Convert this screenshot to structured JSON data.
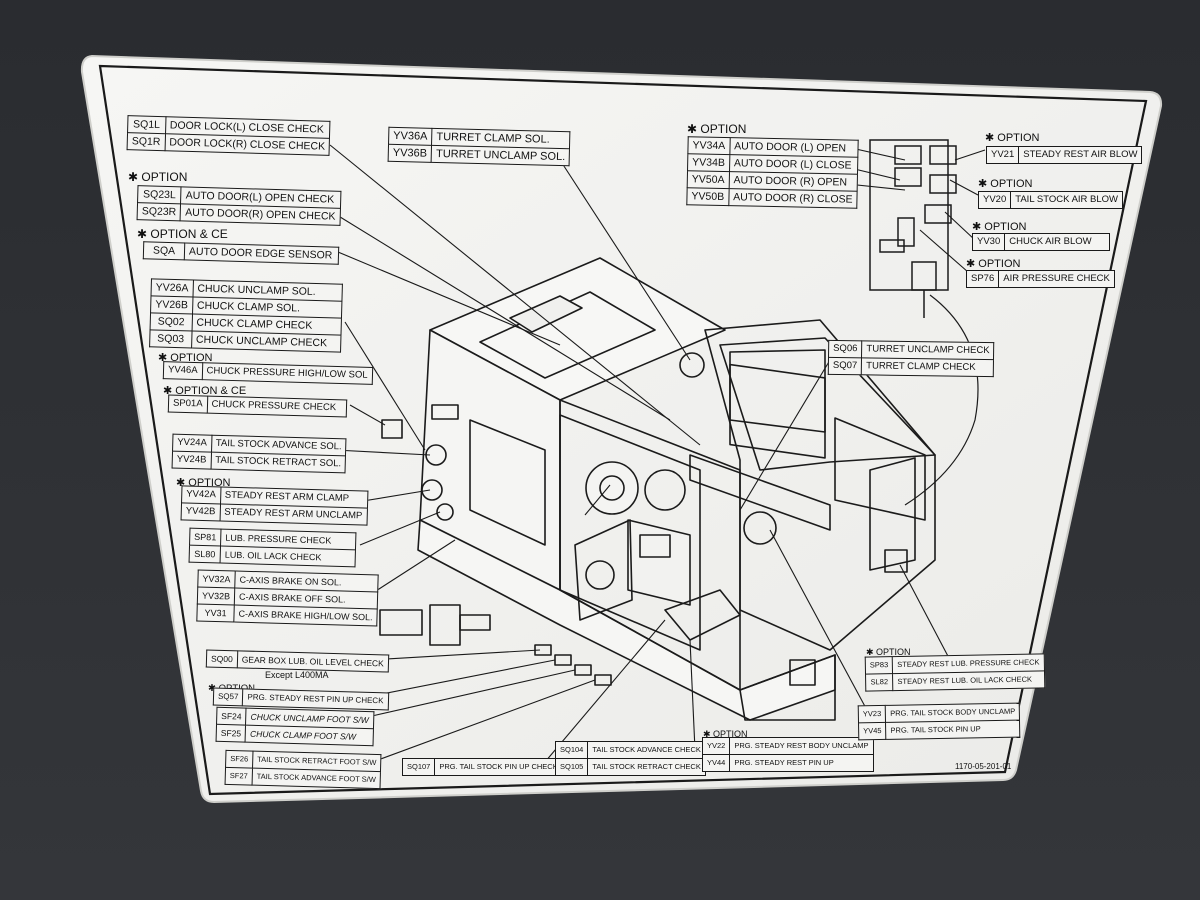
{
  "colors": {
    "background": "#2e3034",
    "plate": "#f3f3f1",
    "ink": "#141414"
  },
  "groups": [
    {
      "id": "g1",
      "rows": [
        [
          "SQ1L",
          "DOOR LOCK(L) CLOSE CHECK"
        ],
        [
          "SQ1R",
          "DOOR LOCK(R) CLOSE CHECK"
        ]
      ]
    },
    {
      "id": "g2",
      "option": "✱ OPTION",
      "rows": [
        [
          "SQ23L",
          "AUTO DOOR(L) OPEN CHECK"
        ],
        [
          "SQ23R",
          "AUTO DOOR(R) OPEN CHECK"
        ]
      ]
    },
    {
      "id": "g3",
      "option": "✱ OPTION & CE",
      "rows": [
        [
          "SQA",
          "AUTO DOOR EDGE SENSOR"
        ]
      ]
    },
    {
      "id": "g4",
      "rows": [
        [
          "YV26A",
          "CHUCK UNCLAMP SOL."
        ],
        [
          "YV26B",
          "CHUCK CLAMP SOL."
        ],
        [
          "SQ02",
          "CHUCK CLAMP CHECK"
        ],
        [
          "SQ03",
          "CHUCK UNCLAMP CHECK"
        ]
      ]
    },
    {
      "id": "g5",
      "option": "✱ OPTION",
      "rows": [
        [
          "YV46A",
          "CHUCK PRESSURE HIGH/LOW SOL"
        ]
      ]
    },
    {
      "id": "g6",
      "option": "✱ OPTION & CE",
      "rows": [
        [
          "SP01A",
          "CHUCK PRESSURE CHECK"
        ]
      ]
    },
    {
      "id": "g7",
      "rows": [
        [
          "YV24A",
          "TAIL STOCK ADVANCE SOL."
        ],
        [
          "YV24B",
          "TAIL STOCK RETRACT SOL."
        ]
      ]
    },
    {
      "id": "g8",
      "option": "✱ OPTION",
      "rows": [
        [
          "YV42A",
          "STEADY REST ARM CLAMP"
        ],
        [
          "YV42B",
          "STEADY REST ARM UNCLAMP"
        ]
      ]
    },
    {
      "id": "g9",
      "rows": [
        [
          "SP81",
          "LUB. PRESSURE CHECK"
        ],
        [
          "SL80",
          "LUB. OIL LACK CHECK"
        ]
      ]
    },
    {
      "id": "g10",
      "rows": [
        [
          "YV32A",
          "C-AXIS BRAKE ON SOL."
        ],
        [
          "YV32B",
          "C-AXIS BRAKE OFF SOL."
        ],
        [
          "YV31",
          "C-AXIS BRAKE HIGH/LOW SOL."
        ]
      ]
    },
    {
      "id": "g11",
      "note": "Except L400MA",
      "rows": [
        [
          "SQ00",
          "GEAR BOX  LUB. OIL LEVEL CHECK"
        ]
      ]
    },
    {
      "id": "g12",
      "option": "✱ OPTION",
      "rows": [
        [
          "SQ57",
          "PRG. STEADY REST PIN UP CHECK"
        ]
      ]
    },
    {
      "id": "g13",
      "rows": [
        [
          "SF24",
          "CHUCK UNCLAMP FOOT S/W"
        ],
        [
          "SF25",
          "CHUCK CLAMP FOOT S/W"
        ]
      ]
    },
    {
      "id": "g14",
      "rows": [
        [
          "SF26",
          "TAIL STOCK RETRACT FOOT S/W"
        ],
        [
          "SF27",
          "TAIL STOCK ADVANCE FOOT S/W"
        ]
      ]
    },
    {
      "id": "g15",
      "rows": [
        [
          "SQ107",
          "PRG. TAIL STOCK PIN UP CHECK"
        ]
      ]
    },
    {
      "id": "g16",
      "rows": [
        [
          "SQ104",
          "TAIL STOCK ADVANCE CHECK"
        ],
        [
          "SQ105",
          "TAIL STOCK RETRACT CHECK"
        ]
      ]
    },
    {
      "id": "g17",
      "option": "✱ OPTION",
      "rows": [
        [
          "YV22",
          "PRG. STEADY REST BODY UNCLAMP"
        ],
        [
          "YV44",
          "PRG. STEADY REST PIN UP"
        ]
      ]
    },
    {
      "id": "g18",
      "rows": [
        [
          "YV23",
          "PRG. TAIL STOCK BODY UNCLAMP"
        ],
        [
          "YV45",
          "PRG. TAIL STOCK PIN UP"
        ]
      ]
    },
    {
      "id": "g19",
      "option": "✱ OPTION",
      "rows": [
        [
          "SP83",
          "STEADY REST LUB. PRESSURE CHECK"
        ],
        [
          "SL82",
          "STEADY REST LUB. OIL LACK CHECK"
        ]
      ]
    },
    {
      "id": "g20",
      "rows": [
        [
          "YV36A",
          "TURRET CLAMP SOL."
        ],
        [
          "YV36B",
          "TURRET UNCLAMP SOL."
        ]
      ]
    },
    {
      "id": "g21",
      "option": "✱ OPTION",
      "rows": [
        [
          "YV34A",
          "AUTO DOOR (L) OPEN"
        ],
        [
          "YV34B",
          "AUTO DOOR (L) CLOSE"
        ],
        [
          "YV50A",
          "AUTO DOOR (R) OPEN"
        ],
        [
          "YV50B",
          "AUTO DOOR (R) CLOSE"
        ]
      ]
    },
    {
      "id": "g22",
      "option": "✱ OPTION",
      "rows": [
        [
          "YV21",
          "STEADY REST AIR BLOW"
        ]
      ]
    },
    {
      "id": "g23",
      "option": "✱ OPTION",
      "rows": [
        [
          "YV20",
          "TAIL STOCK AIR BLOW"
        ]
      ]
    },
    {
      "id": "g24",
      "option": "✱ OPTION",
      "rows": [
        [
          "YV30",
          "CHUCK AIR BLOW"
        ]
      ]
    },
    {
      "id": "g25",
      "option": "✱ OPTION",
      "rows": [
        [
          "SP76",
          "AIR PRESSURE CHECK"
        ]
      ]
    },
    {
      "id": "g26",
      "rows": [
        [
          "SQ06",
          "TURRET UNCLAMP CHECK"
        ],
        [
          "SQ07",
          "TURRET CLAMP CHECK"
        ]
      ]
    }
  ],
  "part_number": "1170-05-201-01"
}
